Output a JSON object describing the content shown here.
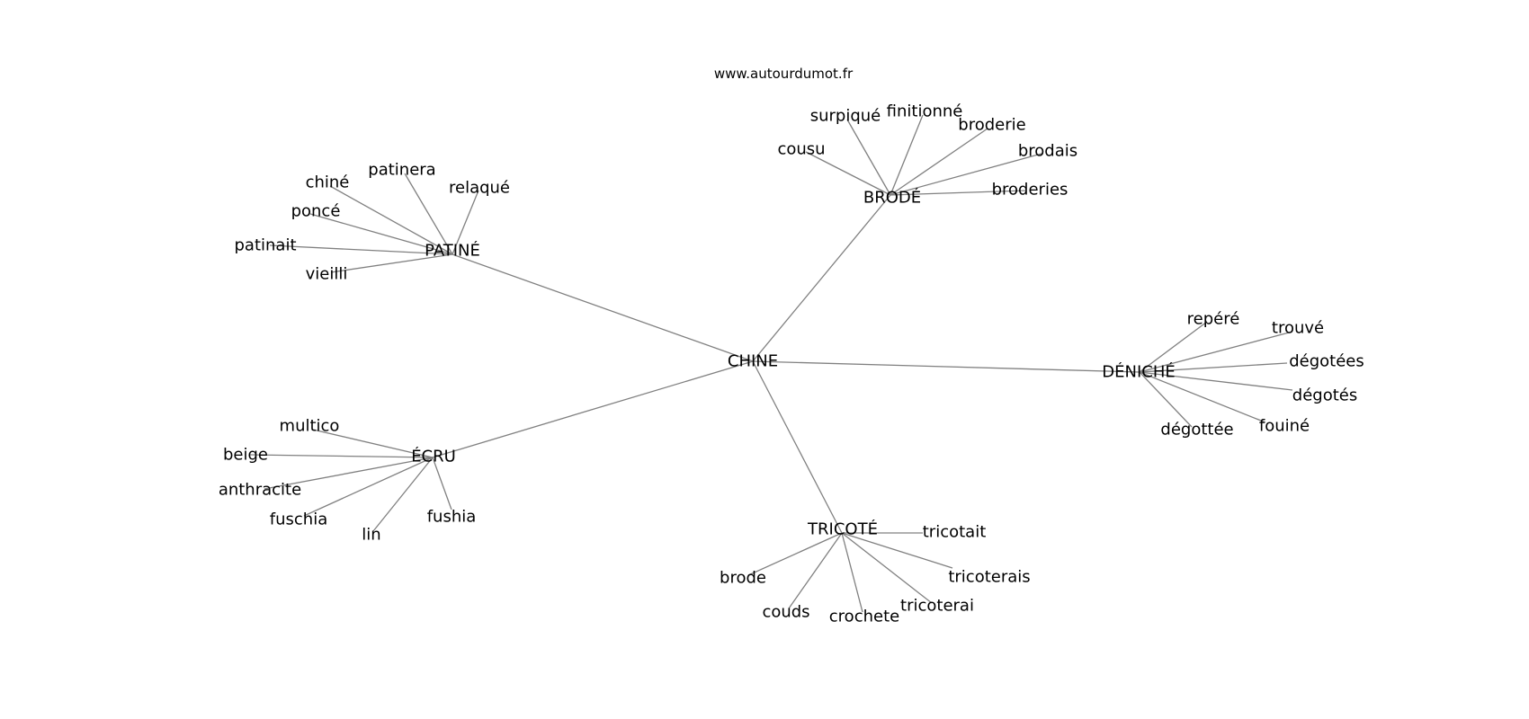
{
  "watermark": "www.autourdumot.fr",
  "graph": {
    "root": "CHINE",
    "branches": [
      {
        "label": "PATINÉ",
        "leaves": [
          "patinera",
          "relaqué",
          "chiné",
          "poncé",
          "patinait",
          "vieilli"
        ]
      },
      {
        "label": "BRODÉ",
        "leaves": [
          "surpiqué",
          "finitionné",
          "broderie",
          "brodais",
          "broderies",
          "cousu"
        ]
      },
      {
        "label": "DÉNICHÉ",
        "leaves": [
          "repéré",
          "trouvé",
          "dégotées",
          "dégotés",
          "fouiné",
          "dégottée"
        ]
      },
      {
        "label": "ÉCRU",
        "leaves": [
          "multico",
          "beige",
          "anthracite",
          "fuschia",
          "lin",
          "fushia"
        ]
      },
      {
        "label": "TRICOTÉ",
        "leaves": [
          "tricotait",
          "tricoterais",
          "tricoterai",
          "crochete",
          "couds",
          "brode"
        ]
      }
    ]
  }
}
